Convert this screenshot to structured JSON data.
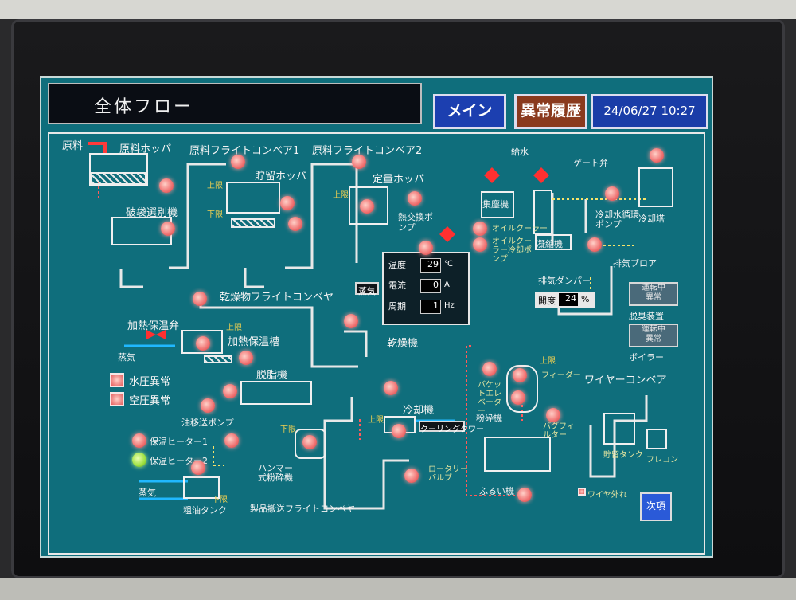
{
  "header": {
    "title": "全体フロー",
    "main_button": "メイン",
    "alarm_button": "異常履歴",
    "datetime": "24/06/27 10:27"
  },
  "labels": {
    "raw": "原料",
    "raw_hopper": "原料ホッパ",
    "conveyor1": "原料フライトコンベア1",
    "conveyor2": "原料フライトコンベア2",
    "storage_hopper": "貯留ホッパ",
    "fixed_hopper": "定量ホッパ",
    "bag_breaker": "破袋選別機",
    "heat_pump": "熱交換ポンプ",
    "water_supply": "給水",
    "gate_valve": "ゲート弁",
    "dust_collector": "集塵機",
    "oil_cooler": "オイルクーラー",
    "oil_cooler_pump": "オイルクーラー冷却ポンプ",
    "condenser": "凝縮機",
    "coolant_pump": "冷却水循環ポンプ",
    "cooling_tower": "冷却塔",
    "exhaust_blower": "排気ブロア",
    "exhaust_damper": "排気ダンパー",
    "damper_open": "開度",
    "damper_unit": "%",
    "deodorizer": "脱臭装置",
    "boiler": "ボイラー",
    "steam": "蒸気",
    "dry_conveyor": "乾燥物フライトコンベヤ",
    "heat_valve": "加熱保温弁",
    "heat_tank": "加熱保温槽",
    "dryer": "乾燥機",
    "degreaser": "脱脂機",
    "oil_pump": "油移送ポンプ",
    "water_alarm": "水圧異常",
    "air_alarm": "空圧異常",
    "heater1": "保温ヒーター1",
    "heater2": "保温ヒーター2",
    "crude_tank": "粗油タンク",
    "hammer": "ハンマー式粉砕機",
    "product_conveyor": "製品搬送フライトコンベヤ",
    "cooler": "冷却機",
    "cooling_tower2": "クーリングタワー",
    "rotary_valve": "ロータリーバルブ",
    "bucket_elevator": "バケットエレベーター",
    "feeder": "フィーダー",
    "crusher": "粉砕機",
    "bag_filter": "バグフィルター",
    "sieve": "ふるい機",
    "wire_conveyor": "ワイヤーコンベア",
    "storage_tank": "貯留タンク",
    "flexcon": "フレコン",
    "wire_off": "ワイヤ外れ",
    "upper": "上限",
    "lower": "下限",
    "running": "運転中",
    "abnormal": "異常",
    "next_button": "次項"
  },
  "dryer": {
    "temp_label": "温度",
    "temp_value": "29",
    "temp_unit": "℃",
    "current_label": "電流",
    "current_value": "0",
    "current_unit": "A",
    "freq_label": "周期",
    "freq_value": "1",
    "freq_unit": "Hz"
  },
  "damper_value": "24",
  "colors": {
    "screen": "#0f6e7c",
    "lamp_red": "#f07070",
    "lamp_green": "#9ce040"
  }
}
